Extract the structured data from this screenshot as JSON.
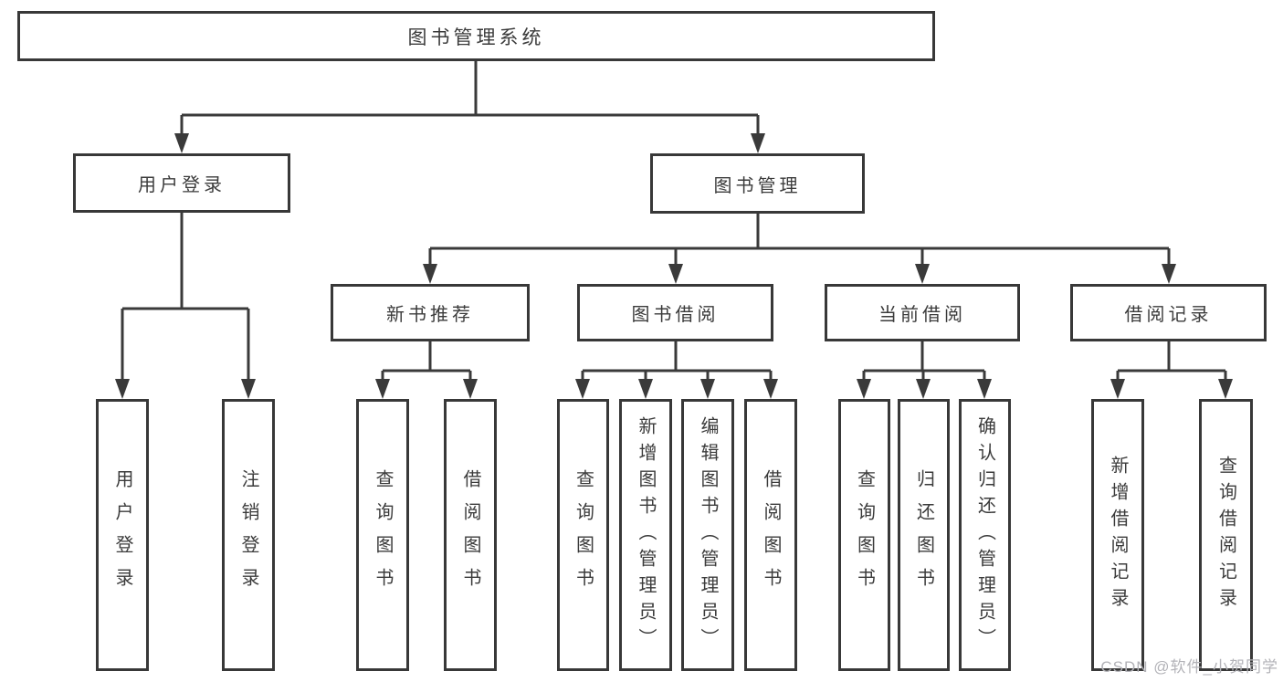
{
  "diagram": {
    "tree": {
      "label": "图书管理系统",
      "children": [
        {
          "label": "用户登录",
          "children": [
            {
              "label": "用户登录"
            },
            {
              "label": "注销登录"
            }
          ]
        },
        {
          "label": "图书管理",
          "children": [
            {
              "label": "新书推荐",
              "children": [
                {
                  "label": "查询图书"
                },
                {
                  "label": "借阅图书"
                }
              ]
            },
            {
              "label": "图书借阅",
              "children": [
                {
                  "label": "查询图书"
                },
                {
                  "label": "新增图书（管理员）"
                },
                {
                  "label": "编辑图书（管理员）"
                },
                {
                  "label": "借阅图书"
                }
              ]
            },
            {
              "label": "当前借阅",
              "children": [
                {
                  "label": "查询图书"
                },
                {
                  "label": "归还图书"
                },
                {
                  "label": "确认归还（管理员）"
                }
              ]
            },
            {
              "label": "借阅记录",
              "children": [
                {
                  "label": "新增借阅记录"
                },
                {
                  "label": "查询借阅记录"
                }
              ]
            }
          ]
        }
      ]
    },
    "watermark": {
      "text": "CSDN @软件_小贺同学"
    },
    "colors": {
      "line": "#3a3a3a",
      "box_border": "#383838",
      "text": "#3b3b3b",
      "watermark": "#b3b3b8",
      "background": "#ffffff"
    }
  }
}
